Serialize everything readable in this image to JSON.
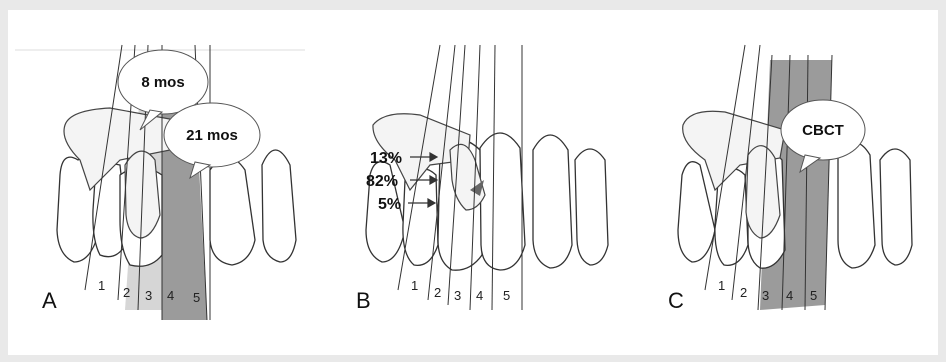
{
  "panels": [
    {
      "letter": "A",
      "zones": [
        "1",
        "2",
        "3",
        "4",
        "5"
      ],
      "bubbles": [
        "8 mos",
        "21 mos"
      ]
    },
    {
      "letter": "B",
      "zones": [
        "1",
        "2",
        "3",
        "4",
        "5"
      ],
      "percentages": [
        "13%",
        "82%",
        "5%"
      ]
    },
    {
      "letter": "C",
      "zones": [
        "1",
        "2",
        "3",
        "4",
        "5"
      ],
      "bubbles": [
        "CBCT"
      ]
    }
  ],
  "colors": {
    "shaded_zone": "#8a8a8a",
    "light_zone": "#cfcfcf",
    "background": "#e9e9e9"
  }
}
